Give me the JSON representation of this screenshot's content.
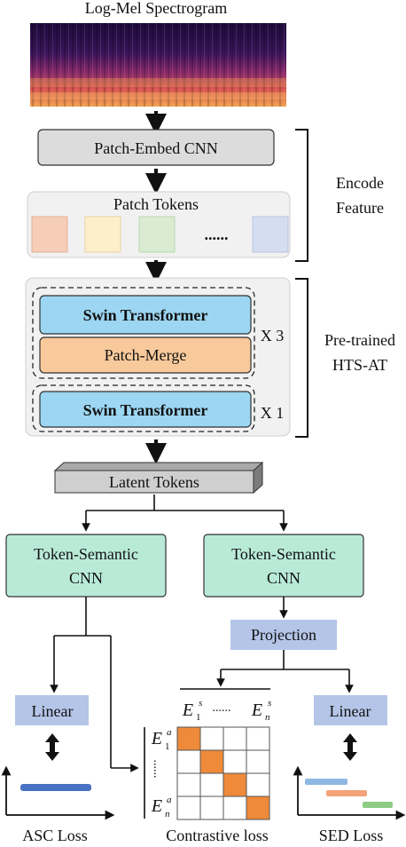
{
  "spectrogram": {
    "title": "Log-Mel Spectrogram"
  },
  "encoder": {
    "patch_embed": "Patch-Embed CNN",
    "patch_tokens": "Patch Tokens",
    "ellipsis": "......",
    "bracket_label": [
      "Encode",
      "Feature"
    ],
    "token_colors": [
      "#f6cdb6",
      "#fdefc9",
      "#d9ecd1",
      "#d5def1"
    ]
  },
  "htsat": {
    "swin_1": "Swin Transformer",
    "patch_merge": "Patch-Merge",
    "repeat_1": "X 3",
    "swin_2": "Swin Transformer",
    "repeat_2": "X 1",
    "bracket_label": [
      "Pre-trained",
      "HTS-AT"
    ]
  },
  "latent_tokens": "Latent Tokens",
  "left_branch": {
    "tscnn": [
      "Token-Semantic",
      "CNN"
    ],
    "linear": "Linear",
    "loss": "ASC Loss"
  },
  "right_branch": {
    "tscnn": [
      "Token-Semantic",
      "CNN"
    ],
    "projection": "Projection",
    "linear": "Linear",
    "loss": "SED Loss"
  },
  "contrastive": {
    "loss": "Contrastive loss",
    "col_dots": "......",
    "row_dots": "......",
    "audio_symbol": "E",
    "audio_sup": "a",
    "text_symbol": "E",
    "text_sup": "s",
    "sub_1": "1",
    "sub_n": "n"
  },
  "colors": {
    "spectro_dark": "#1c0b3a",
    "spectro_mid": "#8a2a6a",
    "spectro_hot": "#f0a050",
    "swin_blue": "#9cd6f2",
    "patch_merge_orange": "#f8c99b",
    "tscnn_green": "#b9ead8",
    "projection_purple": "#b5c5e8",
    "matrix_diag": "#ee8a3a"
  }
}
